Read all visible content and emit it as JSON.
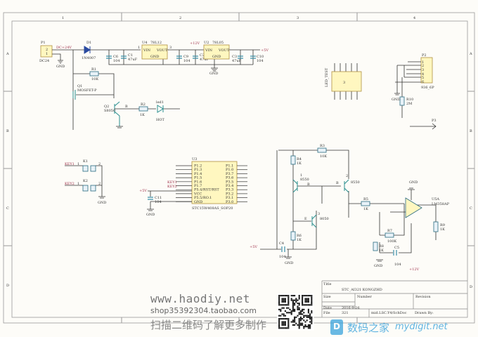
{
  "frame": {
    "columns": [
      "1",
      "2",
      "3",
      "4"
    ],
    "rows": [
      "A",
      "B",
      "C",
      "D"
    ]
  },
  "power": {
    "p1": "P1",
    "p1_type": "DC24",
    "p1_pins": [
      "2",
      "1"
    ],
    "net_dc": "DC+24V",
    "gnd": "GND",
    "d1": "D1",
    "d1_val": "1N4007",
    "c6": "C6",
    "c6_val": "104",
    "c1": "C1",
    "c1_val": "47uF",
    "u4": "U4",
    "u4_val": "78L12",
    "vin": "VIN",
    "vout": "VOUT",
    "ic_gnd": "GND",
    "pin1": "1",
    "pin3": "3",
    "c9": "C9",
    "c9_val": "104",
    "c2": "C2",
    "c2_val": "47uF",
    "net12": "+12V",
    "u2": "U2",
    "u2_val": "78L05",
    "c3": "C3",
    "c3_val": "47uF",
    "c10": "C10",
    "c10_val": "104",
    "net5": "+5V",
    "r1": "R1",
    "r1_val": "10K",
    "q1": "Q1",
    "q1_val": "MOSFET-P",
    "q2": "Q2",
    "q2_val": "S8050",
    "r2": "R2",
    "r2_val": "1K",
    "led": "led1",
    "led_val": "HOT",
    "b": "B"
  },
  "display": {
    "label": "LED_TEST",
    "center": "3"
  },
  "connector": {
    "p2": "P2",
    "p2_type": "936_6P",
    "pins": [
      "1",
      "2",
      "3",
      "4",
      "5",
      "6"
    ],
    "r10": "R10",
    "r10_val": "2M",
    "gnd": "GND",
    "p3": "P3"
  },
  "keys": {
    "key1": "KEY1",
    "k1": "K1",
    "key2": "KEY2",
    "k2": "K2",
    "pin1": "1",
    "pin2": "2",
    "gnd": "GND"
  },
  "mcu": {
    "u3": "U3",
    "part": "STC15W408AS_SOP20",
    "left_pins": [
      "P1.2",
      "P1.3",
      "P1.4",
      "P1.5",
      "P1.6",
      "P1.7",
      "P5.4/RST/RST",
      "VCC",
      "P5.5/RO.1",
      "GND"
    ],
    "right_pins": [
      "P1.1",
      "P1.0",
      "P3.7",
      "P3.6",
      "P3.5",
      "P3.4",
      "P3.3",
      "P3.2",
      "P3.1",
      "P3.0"
    ],
    "net_key1": "KEY1",
    "net_key2": "KEY2",
    "net5": "+5V",
    "c11": "C11",
    "c11_val": "104",
    "gnd": "GND"
  },
  "amp": {
    "r4": "R4",
    "r4_val": "1K",
    "r3": "R3",
    "r3_val": "10K",
    "q1": "1",
    "q1_val": "8550",
    "q2": "2",
    "q2_val": "8550",
    "q3": "3",
    "q3_val": "8050",
    "r6": "R6",
    "r6_val": "1K",
    "c4": "C4",
    "c4_val": "104",
    "net5": "+5V",
    "gnd": "GND",
    "r5": "R5",
    "r5_val": "1K",
    "u5": "U5A",
    "u5_val": "LM358AP",
    "r7": "R7",
    "r7_val": "100K",
    "r8": "R8",
    "r8_val": "1K",
    "c5": "C5",
    "c5_val": "104",
    "r9": "R9",
    "r9_val": "1K",
    "net12": "+12V",
    "amp_gnd": "GND",
    "b": "B",
    "e": "E"
  },
  "title_block": {
    "title_label": "Title",
    "title": "STC_AI321 KONGZHD",
    "size_label": "Size",
    "number_label": "Number",
    "revision_label": "Revision",
    "date_label": "Date",
    "date": "2016-9-26",
    "file_label": "File",
    "file": "321",
    "sheet": "mid.LSC.Y4/SchDoc",
    "drawn": "Drawn By:",
    "row": "D"
  },
  "watermark": {
    "site": "www.haodiy.net",
    "shop": "shop35392304.taobao.com",
    "cn": "扫描二维码了解更多制作",
    "brand_cn": "数码之家",
    "brand_en": "mydigit.net",
    "brand_icon": "D"
  }
}
